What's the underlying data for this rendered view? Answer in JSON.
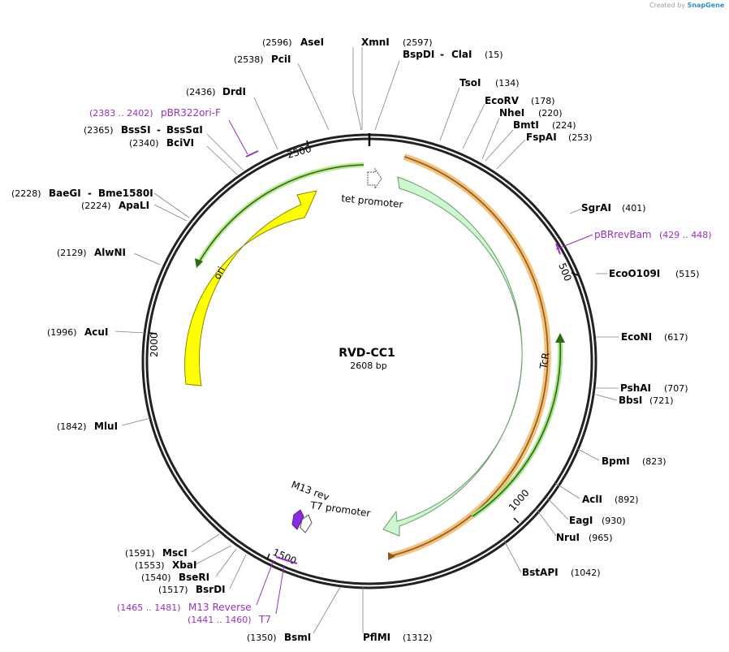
{
  "credit": {
    "prefix": "Created by",
    "brand": "SnapGene"
  },
  "plasmid": {
    "name": "RVD-CC1",
    "length_label": "2608 bp",
    "length": 2608
  },
  "ticks": [
    {
      "label": "500",
      "bp": 500
    },
    {
      "label": "1000",
      "bp": 1000
    },
    {
      "label": "1500",
      "bp": 1500
    },
    {
      "label": "2000",
      "bp": 2000
    },
    {
      "label": "2500",
      "bp": 2500
    }
  ],
  "features": [
    {
      "name": "TcR",
      "color": "#c6f7cc",
      "stroke": "#5a9a5a"
    },
    {
      "name": "ori",
      "color": "#ffff00",
      "stroke": "#a0a000"
    },
    {
      "name": "tet promoter",
      "color": "#ffffff",
      "stroke": "#555555"
    },
    {
      "name": "M13 rev",
      "color": "#8a2be2",
      "stroke": "#5a1a9a"
    },
    {
      "name": "T7 promoter",
      "color": "#ffffff",
      "stroke": "#555555"
    }
  ],
  "orf_colors": {
    "outer": "#f0b060",
    "inner": "#6fbf3f"
  },
  "enzymes": [
    {
      "name": "AseI",
      "pos": "(2596)"
    },
    {
      "name": "XmnI",
      "pos": "(2597)"
    },
    {
      "name": "PciI",
      "pos": "(2538)"
    },
    {
      "name": "BspDI",
      "name2": "ClaI",
      "pos": "(15)"
    },
    {
      "name": "TsoI",
      "pos": "(134)"
    },
    {
      "name": "EcoRV",
      "pos": "(178)"
    },
    {
      "name": "NheI",
      "pos": "(220)"
    },
    {
      "name": "BmtI",
      "pos": "(224)"
    },
    {
      "name": "FspAI",
      "pos": "(253)"
    },
    {
      "name": "DrdI",
      "pos": "(2436)"
    },
    {
      "name": "BssSI",
      "name2": "BssSαI",
      "pos": "(2365)"
    },
    {
      "name": "BciVI",
      "pos": "(2340)"
    },
    {
      "name": "BaeGI",
      "name2": "Bme1580I",
      "pos": "(2228)"
    },
    {
      "name": "ApaLI",
      "pos": "(2224)"
    },
    {
      "name": "AlwNI",
      "pos": "(2129)"
    },
    {
      "name": "AcuI",
      "pos": "(1996)"
    },
    {
      "name": "MluI",
      "pos": "(1842)"
    },
    {
      "name": "MscI",
      "pos": "(1591)"
    },
    {
      "name": "XbaI",
      "pos": "(1553)"
    },
    {
      "name": "BseRI",
      "pos": "(1540)"
    },
    {
      "name": "BsrDI",
      "pos": "(1517)"
    },
    {
      "name": "BsmI",
      "pos": "(1350)"
    },
    {
      "name": "PflMI",
      "pos": "(1312)"
    },
    {
      "name": "SgrAI",
      "pos": "(401)"
    },
    {
      "name": "EcoO109I",
      "pos": "(515)"
    },
    {
      "name": "EcoNI",
      "pos": "(617)"
    },
    {
      "name": "PshAI",
      "pos": "(707)"
    },
    {
      "name": "BbsI",
      "pos": "(721)"
    },
    {
      "name": "BpmI",
      "pos": "(823)"
    },
    {
      "name": "AclI",
      "pos": "(892)"
    },
    {
      "name": "EagI",
      "pos": "(930)"
    },
    {
      "name": "NruI",
      "pos": "(965)"
    },
    {
      "name": "BstAPI",
      "pos": "(1042)"
    }
  ],
  "primers": [
    {
      "name": "pBR322ori-F",
      "pos": "(2383 .. 2402)"
    },
    {
      "name": "pBRrevBam",
      "pos": "(429 .. 448)"
    },
    {
      "name": "M13 Reverse",
      "pos": "(1465 .. 1481)"
    },
    {
      "name": "T7",
      "pos": "(1441 .. 1460)"
    }
  ]
}
